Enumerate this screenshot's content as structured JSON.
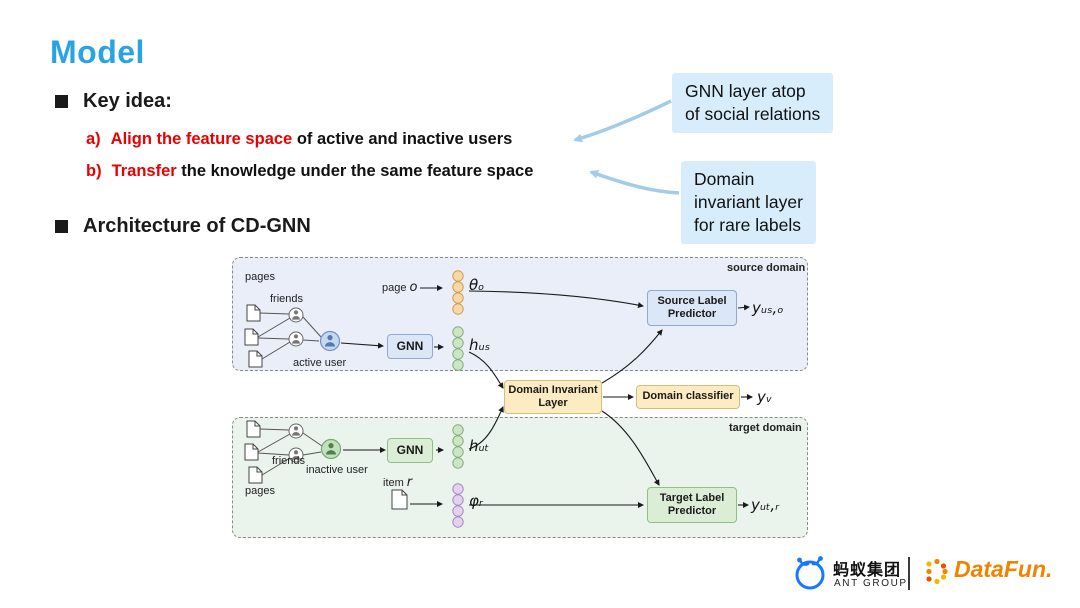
{
  "slide": {
    "title": "Model",
    "key_idea_heading": "Key idea:",
    "architecture_heading": "Architecture of CD-GNN",
    "items": [
      {
        "label": "a)",
        "highlight": "Align the feature space",
        "rest": " of active and inactive users"
      },
      {
        "label": "b)",
        "highlight": "Transfer",
        "rest": " the knowledge under the same feature space"
      }
    ],
    "callouts": [
      {
        "lines": [
          "GNN layer atop",
          "of social relations"
        ]
      },
      {
        "lines": [
          "Domain",
          "invariant layer",
          "for rare labels"
        ]
      }
    ]
  },
  "diagram": {
    "source": {
      "domain_label": "source domain",
      "pages": "pages",
      "friends": "friends",
      "active_user": "active user",
      "page_label": "page",
      "page_var": "o",
      "theta": "θₒ",
      "gnn": "GNN",
      "h_us": "hᵤₛ",
      "predictor_lines": [
        "Source Label",
        "Predictor"
      ],
      "output": "yᵤₛ,ₒ"
    },
    "shared": {
      "domain_invariant_lines": [
        "Domain Invariant",
        "Layer"
      ],
      "domain_classifier": "Domain classifier",
      "output": "yᵥ"
    },
    "target": {
      "domain_label": "target domain",
      "pages": "pages",
      "friends": "friends",
      "inactive_user": "inactive user",
      "item_label": "item",
      "item_var": "r",
      "phi": "φᵣ",
      "gnn": "GNN",
      "h_ut": "hᵤₜ",
      "predictor_lines": [
        "Target Label",
        "Predictor"
      ],
      "output": "yᵤₜ,ᵣ"
    }
  },
  "footer": {
    "ant_group_cn": "蚂蚁集团",
    "ant_group_en": "ANT GROUP",
    "datafun": "DataFun."
  }
}
